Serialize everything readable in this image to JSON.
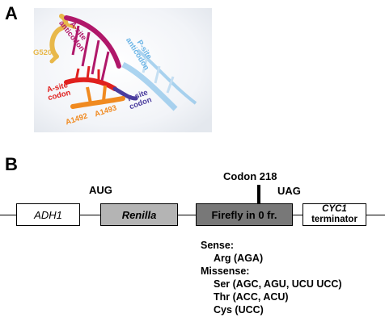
{
  "panel_a": {
    "letter": "A",
    "labels": {
      "g520": "G520",
      "a_site_anticodon_1": "A-site",
      "a_site_anticodon_2": "anticodon",
      "p_site_anticodon_1": "P-site",
      "p_site_anticodon_2": "anticodon",
      "a_site_codon_1": "A-site",
      "a_site_codon_2": "codon",
      "p_site_codon_1": "P-site",
      "p_site_codon_2": "codon",
      "a1492": "A1492",
      "a1493": "A1493"
    },
    "colors": {
      "g520": "#e8b84a",
      "a_site_anticodon": "#b0186a",
      "p_site_anticodon": "#6ab4e6",
      "a_site_codon": "#e0201e",
      "p_site_codon": "#4a3c9e",
      "a1492_a1493": "#f08a20"
    }
  },
  "panel_b": {
    "letter": "B",
    "codon_label": "Codon 218",
    "start_codon": "AUG",
    "stop_codon": "UAG",
    "elements": {
      "adh1": "ADH1",
      "renilla": "Renilla",
      "firefly": "Firefly in 0 fr.",
      "cyc1_line1": "CYC1",
      "cyc1_line2": "terminator"
    },
    "colors": {
      "renilla_fill": "#b4b4b4",
      "firefly_fill": "#787878"
    },
    "sense_heading": "Sense:",
    "sense_items": [
      "Arg (AGA)"
    ],
    "missense_heading": "Missense:",
    "missense_items": [
      "Ser (AGC, AGU, UCU UCC)",
      "Thr (ACC, ACU)",
      "Cys (UCC)"
    ]
  }
}
